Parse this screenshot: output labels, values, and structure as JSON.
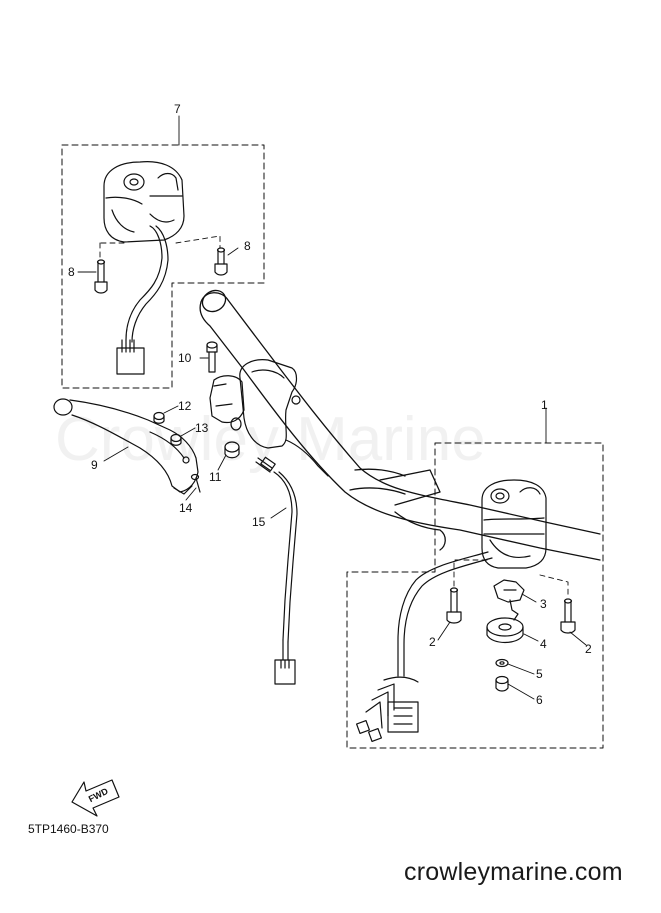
{
  "watermark": "Crowley Marine",
  "site": "crowleymarine.com",
  "diagram_code": "5TP1460-B370",
  "fwd_label": "FWD",
  "callouts": {
    "c1": "1",
    "c2a": "2",
    "c2b": "2",
    "c3": "3",
    "c4": "4",
    "c5": "5",
    "c6": "6",
    "c7": "7",
    "c8a": "8",
    "c8b": "8",
    "c9": "9",
    "c10": "10",
    "c11": "11",
    "c12": "12",
    "c13": "13",
    "c14": "14",
    "c15": "15"
  }
}
